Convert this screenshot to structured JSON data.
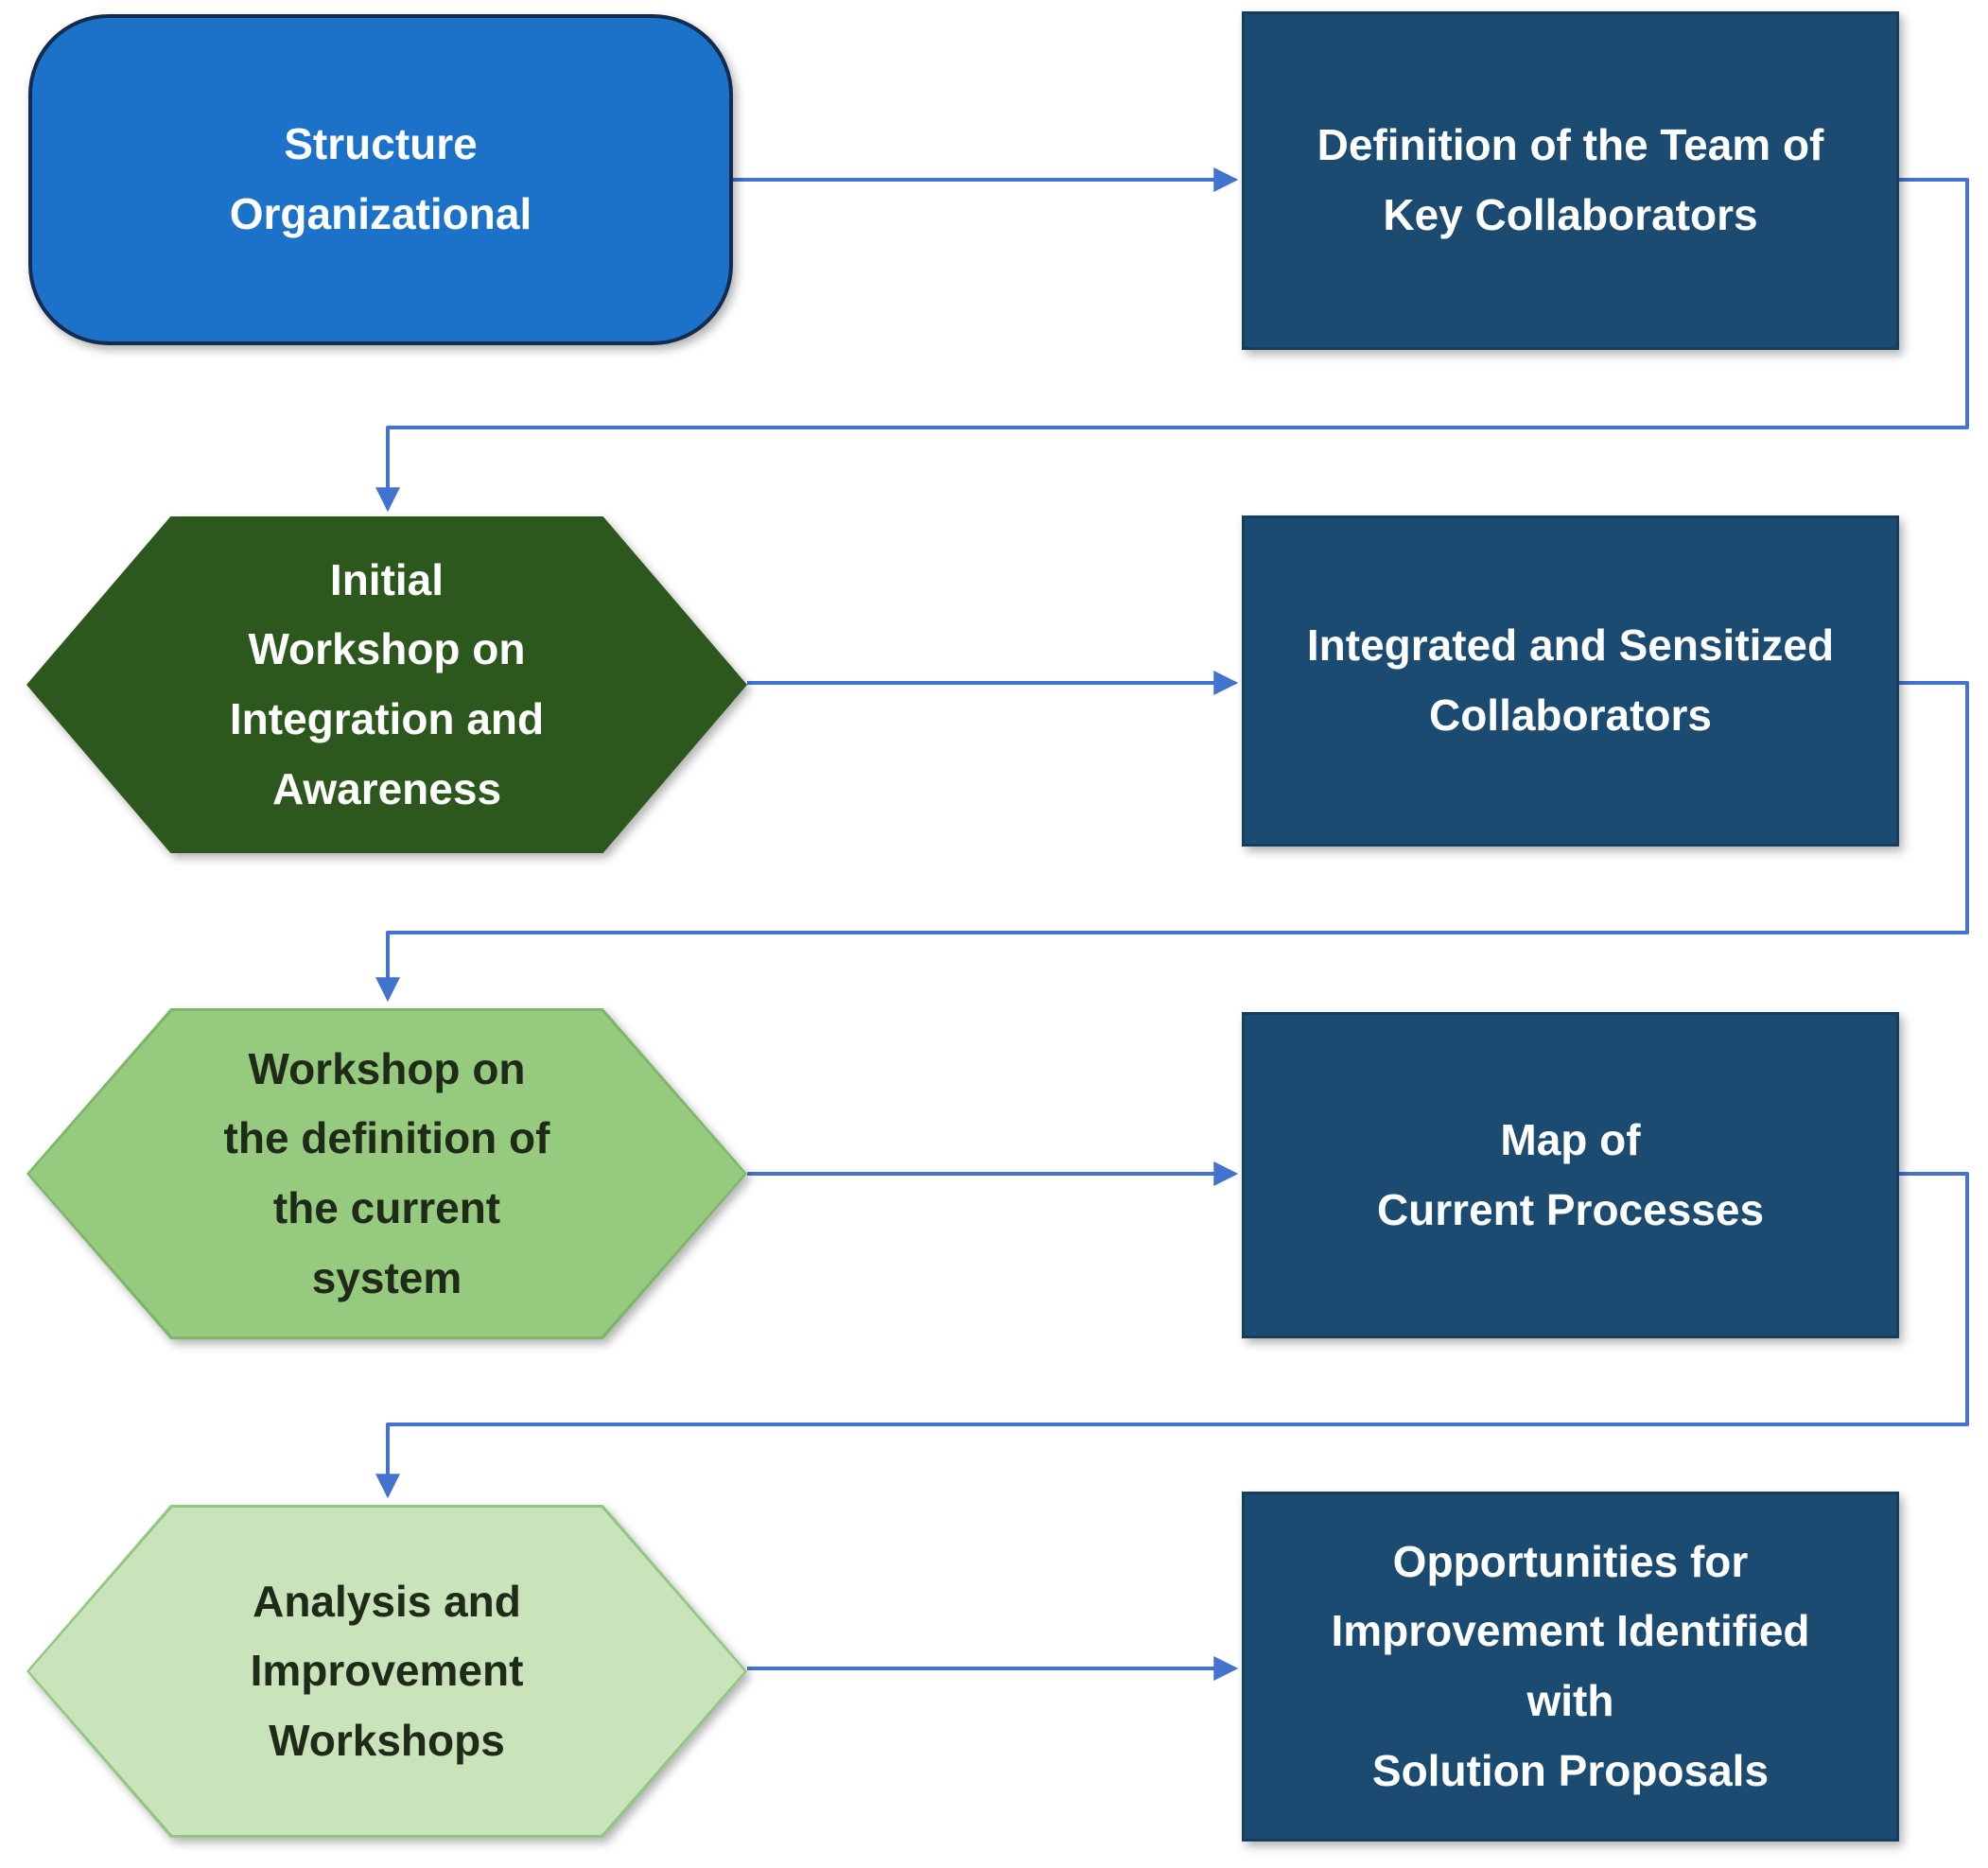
{
  "flow": {
    "connector_color": "#4373CE",
    "background": "#ffffff",
    "steps": [
      {
        "id": "structure-organizational",
        "shape": "rounded-rectangle",
        "label": "Structure\nOrganizational",
        "fill": "#1B72C8",
        "border": "#132B4F",
        "text_color": "#FFFFFF"
      },
      {
        "id": "definition-team",
        "shape": "rectangle",
        "label": "Definition of the Team of\nKey Collaborators",
        "fill": "#1B4B70",
        "border": "#153E5E",
        "text_color": "#FFFFFF"
      },
      {
        "id": "initial-workshop",
        "shape": "hexagon",
        "label": "Initial\nWorkshop on\nIntegration and\nAwareness",
        "fill": "#2C581D",
        "border": "#2C581D",
        "text_color": "#FFFFFF"
      },
      {
        "id": "integrated-collaborators",
        "shape": "rectangle",
        "label": "Integrated and Sensitized\nCollaborators",
        "fill": "#1B4B70",
        "border": "#153E5E",
        "text_color": "#FFFFFF"
      },
      {
        "id": "workshop-current-system",
        "shape": "hexagon",
        "label": "Workshop on\nthe definition of\nthe current\nsystem",
        "fill": "#95CA7F",
        "border": "#7CB669",
        "text_color": "#1F2A18"
      },
      {
        "id": "map-current-processes",
        "shape": "rectangle",
        "label": "Map of\nCurrent Processes",
        "fill": "#1B4B70",
        "border": "#153E5E",
        "text_color": "#FFFFFF"
      },
      {
        "id": "analysis-improvement",
        "shape": "hexagon",
        "label": "Analysis and\nImprovement\nWorkshops",
        "fill": "#C9E4BB",
        "border": "#8FC87F",
        "text_color": "#1F2A18"
      },
      {
        "id": "opportunities",
        "shape": "rectangle",
        "label": "Opportunities for\nImprovement Identified\nwith\nSolution Proposals",
        "fill": "#1B4B70",
        "border": "#153E5E",
        "text_color": "#FFFFFF"
      }
    ],
    "connections": [
      {
        "from": "structure-organizational",
        "to": "definition-team"
      },
      {
        "from": "definition-team",
        "to": "initial-workshop"
      },
      {
        "from": "initial-workshop",
        "to": "integrated-collaborators"
      },
      {
        "from": "integrated-collaborators",
        "to": "workshop-current-system"
      },
      {
        "from": "workshop-current-system",
        "to": "map-current-processes"
      },
      {
        "from": "map-current-processes",
        "to": "analysis-improvement"
      },
      {
        "from": "analysis-improvement",
        "to": "opportunities"
      }
    ]
  }
}
